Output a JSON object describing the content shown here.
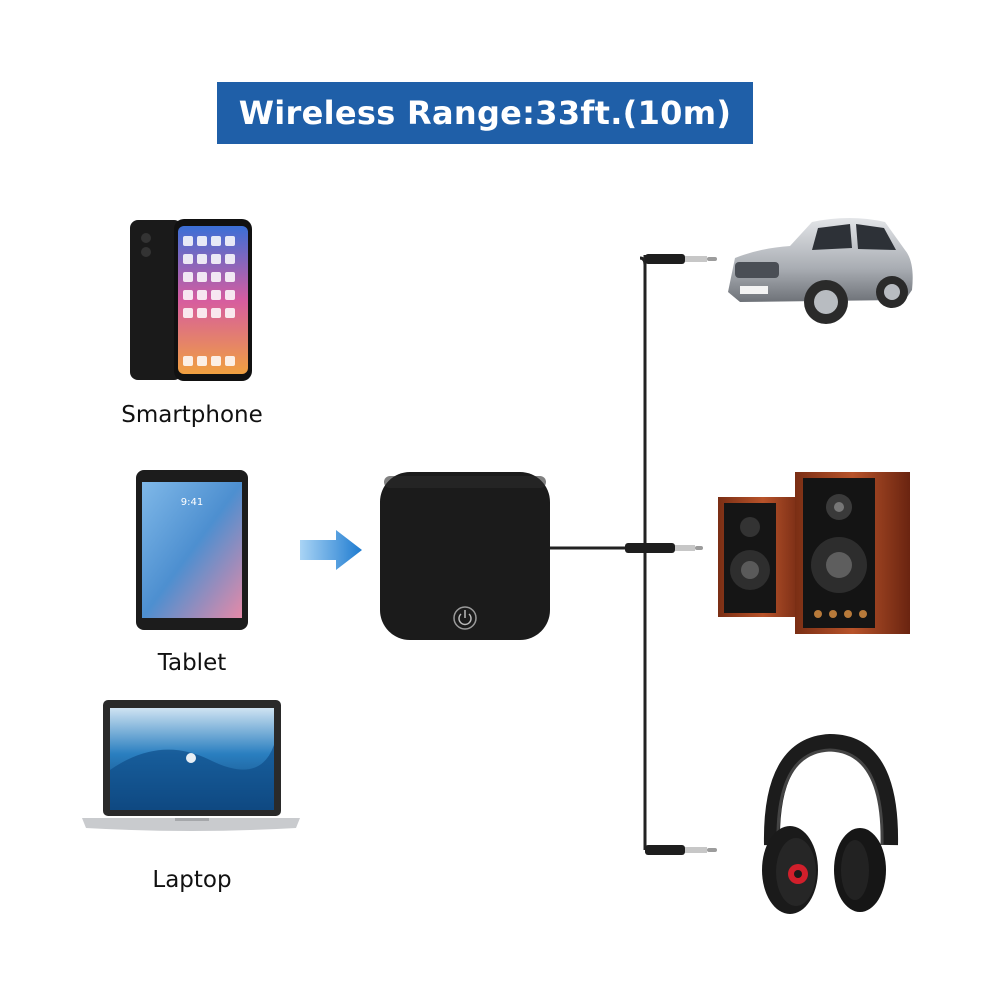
{
  "banner": {
    "text": "Wireless Range:33ft.(10m)",
    "color": "#1f5fa8"
  },
  "sources": [
    {
      "label": "Smartphone"
    },
    {
      "label": "Tablet"
    },
    {
      "label": "Laptop"
    }
  ],
  "device": {
    "name": "transmitter",
    "icon": "power-icon"
  },
  "outputs": [
    {
      "name": "car",
      "icon": "car-icon"
    },
    {
      "name": "speakers",
      "icon": "speakers-icon"
    },
    {
      "name": "headphones",
      "icon": "headphones-icon"
    }
  ],
  "colors": {
    "accent": "#1f5fa8",
    "arrow": "#2a86d6",
    "device": "#1b1b1b"
  }
}
